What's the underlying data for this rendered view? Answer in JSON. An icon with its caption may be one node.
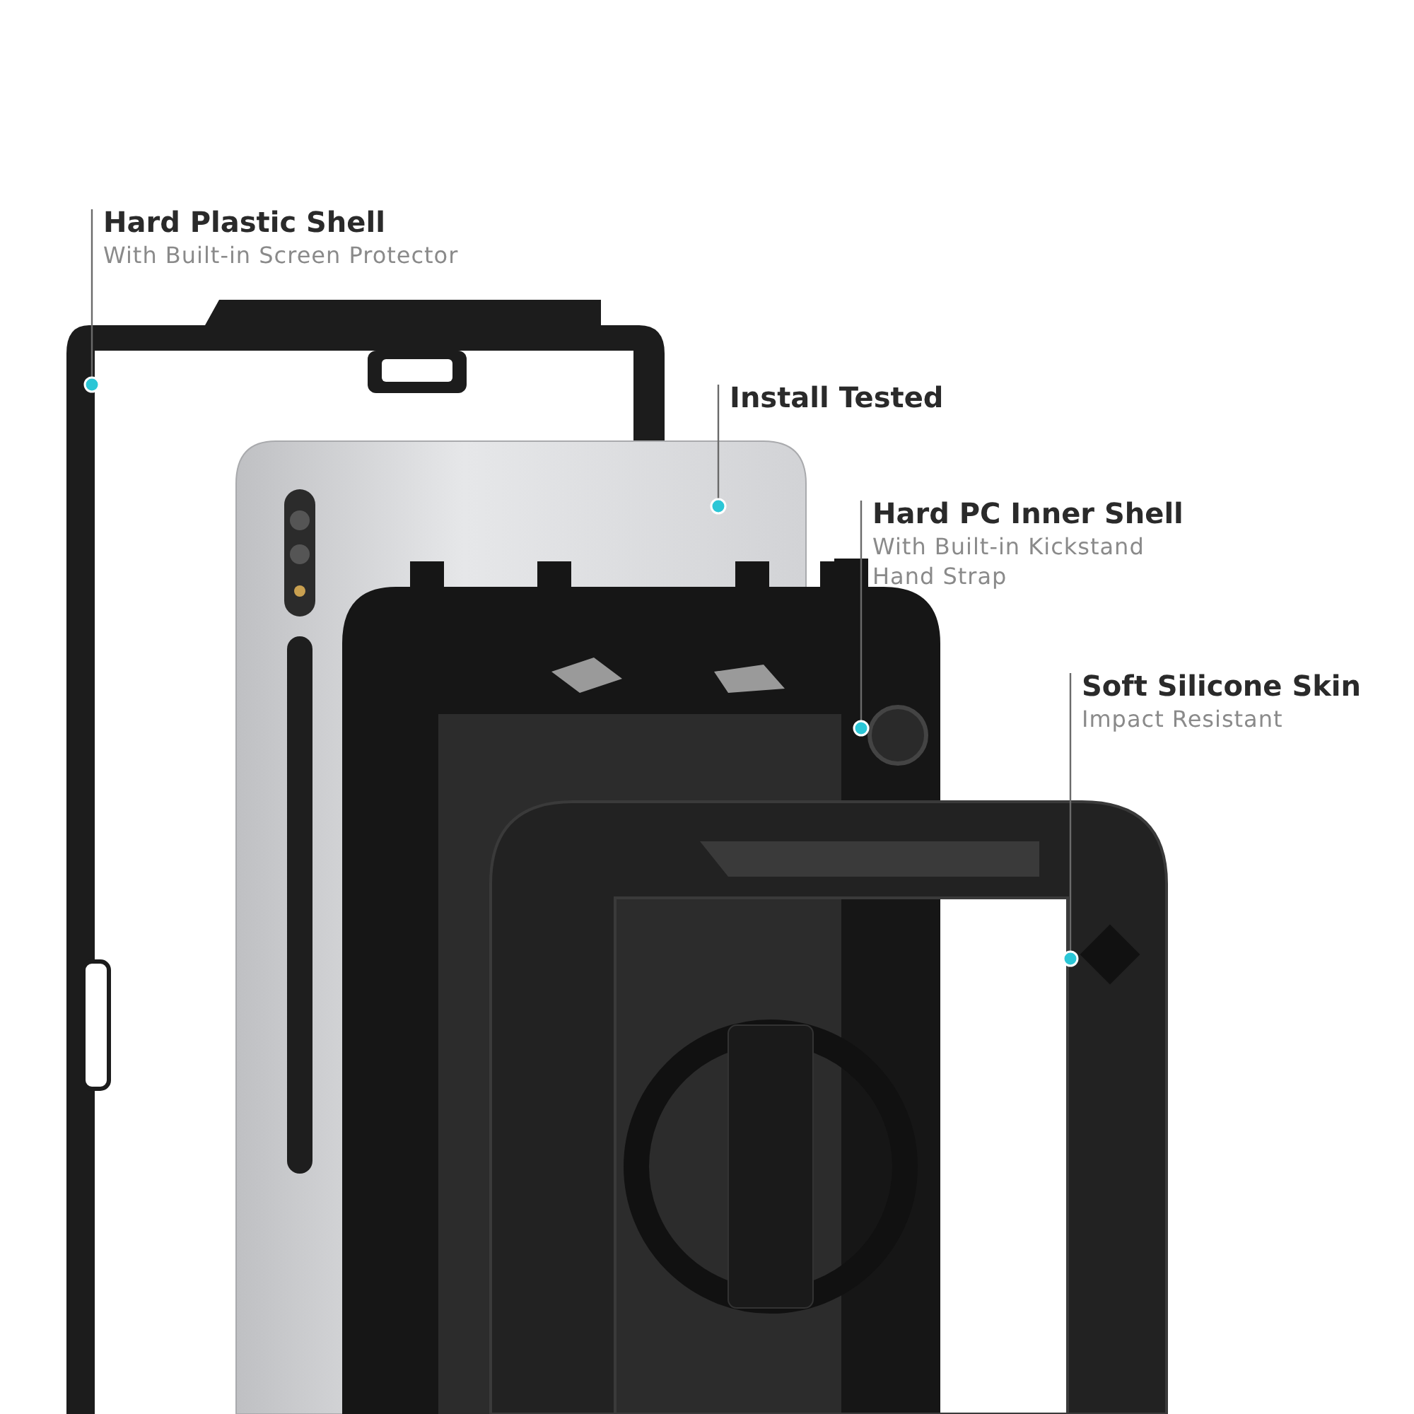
{
  "diagram": {
    "nodes": [
      {
        "text": [
          "Hard Plastic Shell",
          "With Built-in Screen Protector"
        ]
      },
      {
        "text": [
          "Install Tested"
        ]
      },
      {
        "text": [
          "Hard PC Inner Shell",
          "With Built-in Kickstand Hand Strap"
        ]
      },
      {
        "text": [
          "Soft Silicone Skin",
          "Impact Resistant"
        ]
      },
      {
        "text": [],
        "shape": "picture"
      },
      {
        "text": [],
        "shape": "picture"
      },
      {
        "text": [],
        "shape": "picture"
      },
      {
        "text": [],
        "shape": "picture"
      }
    ],
    "edges": [
      {
        "from": 0,
        "to": 4,
        "arrow": "other"
      },
      {
        "from": 1,
        "to": 5,
        "arrow": "other"
      },
      {
        "from": 2,
        "to": 6,
        "arrow": "other"
      },
      {
        "from": 3,
        "to": 7,
        "arrow": "other"
      }
    ]
  }
}
